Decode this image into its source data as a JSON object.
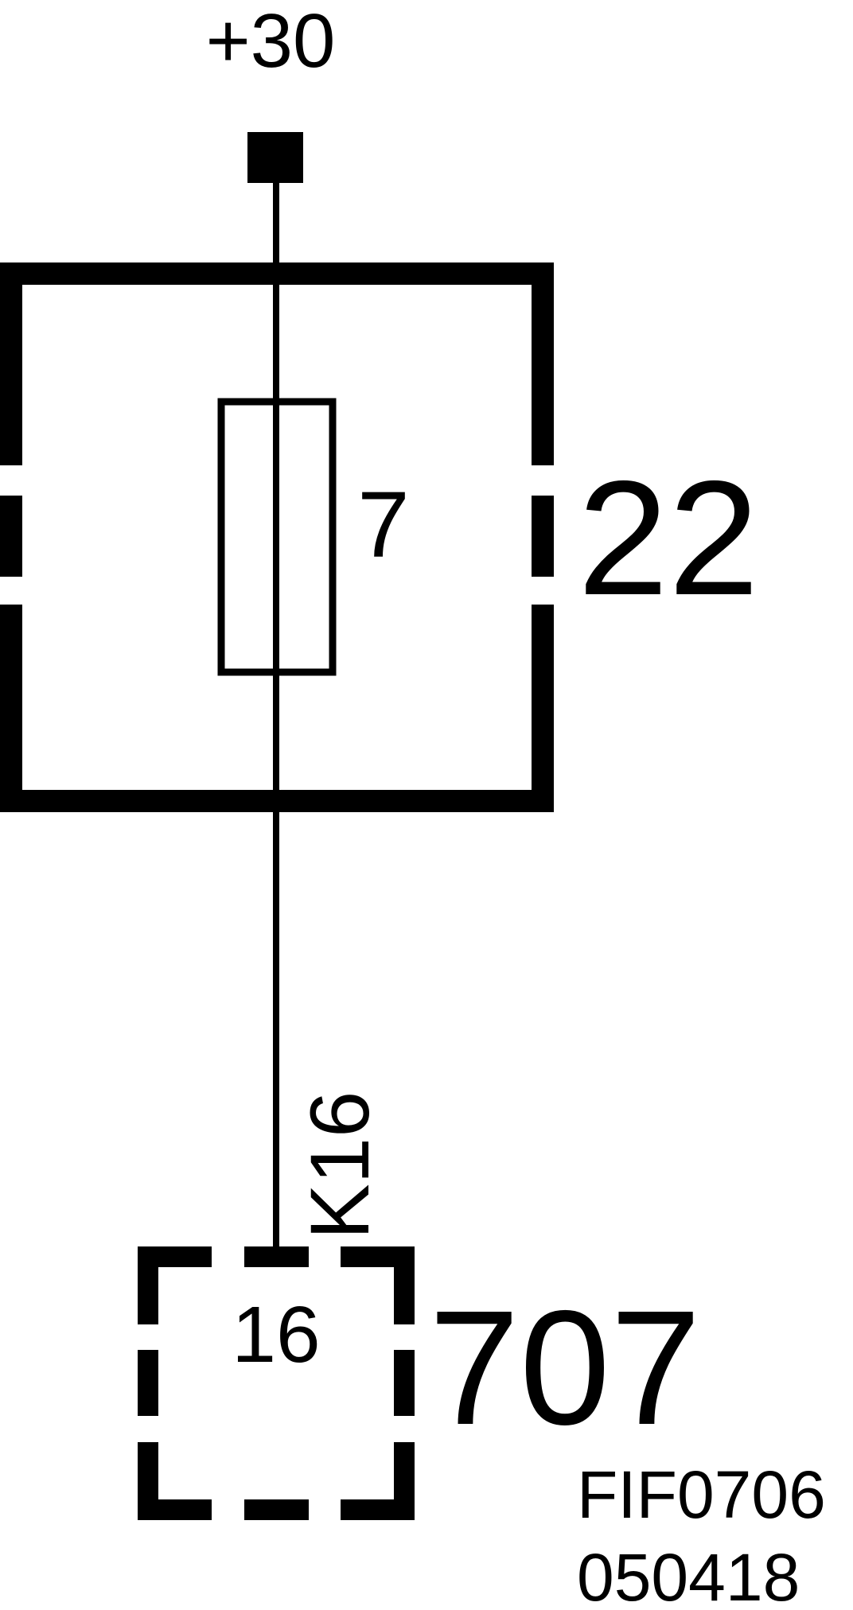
{
  "diagram": {
    "supply_label": "+30",
    "fuse_box_number": "22",
    "fuse_number": "7",
    "wire_code": "K16",
    "connector_pin": "16",
    "connector_number": "707",
    "figure_code": "FIF0706",
    "figure_date": "050418"
  },
  "colors": {
    "ink": "#000000",
    "background": "#ffffff"
  }
}
